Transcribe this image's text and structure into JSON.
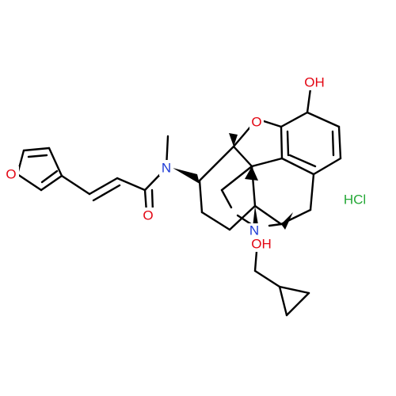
{
  "molecule": {
    "atoms": {
      "furan_o": "O",
      "ether_o": "O",
      "phenol_o": "OH",
      "amide_n": "N",
      "amide_o": "O",
      "amine_n": "N",
      "hydroxyl_o": "OH"
    },
    "salt": "HCl"
  },
  "colors": {
    "oxygen": "#e30613",
    "nitrogen": "#1d3ad6",
    "chlorine": "#25a837",
    "bond": "#000000"
  }
}
